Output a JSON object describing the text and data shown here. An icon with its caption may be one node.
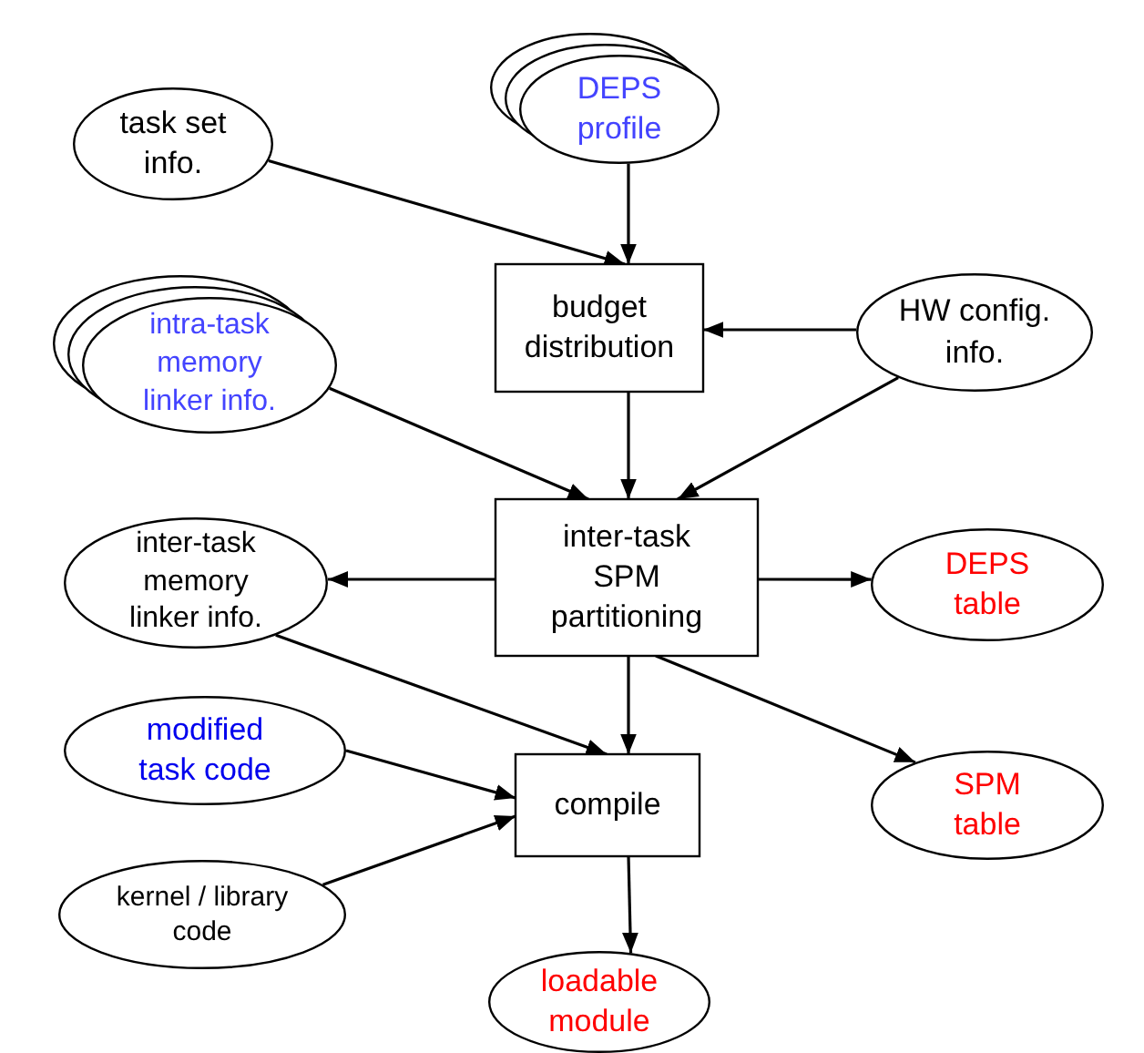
{
  "diagram": {
    "nodes": [
      {
        "text": [
          "task set info."
        ]
      },
      {
        "text": [
          "DEPS profile"
        ]
      },
      {
        "text": [
          "budget distribution"
        ]
      },
      {
        "text": [
          "HW config. info."
        ]
      },
      {
        "text": [
          "intra-task memory linker info."
        ]
      },
      {
        "text": [
          "inter-task SPM partitioning"
        ]
      },
      {
        "text": [
          "inter-task memory linker info."
        ]
      },
      {
        "text": [
          "DEPS table"
        ]
      },
      {
        "text": [
          "modified task code"
        ]
      },
      {
        "text": [
          "compile"
        ]
      },
      {
        "text": [
          "SPM table"
        ]
      },
      {
        "text": [
          "kernel / library code"
        ]
      },
      {
        "text": [
          "loadable module"
        ]
      }
    ],
    "edges": [
      {
        "from": 0,
        "to": 2,
        "arrow": "to"
      },
      {
        "from": 1,
        "to": 2,
        "arrow": "to"
      },
      {
        "from": 3,
        "to": 2,
        "arrow": "to"
      },
      {
        "from": 2,
        "to": 5,
        "arrow": "to"
      },
      {
        "from": 4,
        "to": 5,
        "arrow": "to"
      },
      {
        "from": 3,
        "to": 5,
        "arrow": "to"
      },
      {
        "from": 5,
        "to": 6,
        "arrow": "to"
      },
      {
        "from": 5,
        "to": 7,
        "arrow": "to"
      },
      {
        "from": 6,
        "to": 9,
        "arrow": "to"
      },
      {
        "from": 5,
        "to": 9,
        "arrow": "to"
      },
      {
        "from": 5,
        "to": 10,
        "arrow": "to"
      },
      {
        "from": 8,
        "to": 9,
        "arrow": "to"
      },
      {
        "from": 11,
        "to": 9,
        "arrow": "to"
      },
      {
        "from": 9,
        "to": 12,
        "arrow": "to"
      }
    ]
  }
}
